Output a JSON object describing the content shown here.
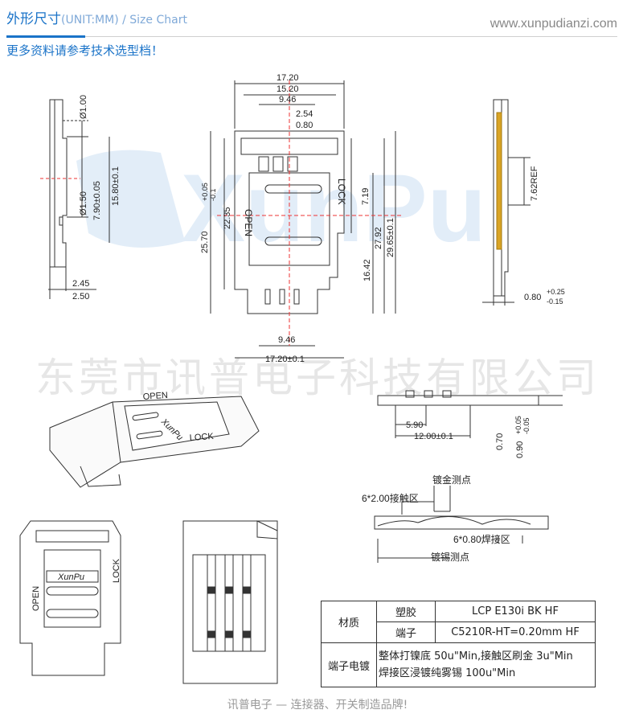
{
  "header": {
    "title": "外形尺寸",
    "subtitle": "(UNIT:MM) / Size Chart",
    "url": "www.xunpudianzi.com",
    "more_info": "更多资料请参考技术选型档！"
  },
  "watermark": {
    "company": "东莞市讯普电子科技有限公司",
    "logo_text": "XunPu"
  },
  "drawing": {
    "side_view": {
      "dims": [
        "Ø1.00",
        "Ø1.50",
        "15.80±0.1",
        "7.90±0.05",
        "2.45",
        "2.50"
      ]
    },
    "top_view": {
      "dims_top": [
        "17.20",
        "15.20",
        "9.46",
        "2.54",
        "0.80"
      ],
      "dims_left": [
        "25.70",
        "+0.05",
        "-0.1",
        "22.35"
      ],
      "dims_right": [
        "7.19",
        "16.42",
        "27.92",
        "29.65±0.1"
      ],
      "dims_bottom": [
        "9.46",
        "17.20±0.1"
      ],
      "marks": {
        "open": "OPEN",
        "lock": "LOCK"
      }
    },
    "right_view": {
      "dims": [
        "7.62REF",
        "0.80",
        "+0.25",
        "-0.15"
      ]
    },
    "front_view": {
      "dims": [
        "5.90",
        "12.00±0.1",
        "0.70",
        "0.90",
        "+0.05",
        "-0.05"
      ]
    },
    "contact_view": {
      "labels": [
        "镀金测点",
        "6*2.00接触区",
        "6*0.80焊接区",
        "镀锡测点"
      ]
    },
    "iso_view": {
      "marks": {
        "open": "OPEN",
        "lock": "LOCK",
        "logo": "XunPu"
      }
    },
    "bottom_top_view": {
      "marks": {
        "open": "OPEN",
        "lock": "LOCK",
        "logo": "XunPu"
      }
    }
  },
  "spec_table": {
    "material_label": "材质",
    "plastic_label": "塑胶",
    "plastic_value": "LCP E130i BK HF",
    "terminal_label": "端子",
    "terminal_value": "C5210R-HT=0.20mm HF",
    "plating_label": "端子电镀",
    "plating_line1": "整体打镍底 50u\"Min,接触区刷金 3u\"Min",
    "plating_line2": "焊接区浸镀纯雾锡 100u\"Min"
  },
  "footer": {
    "slogan": "讯普电子 — 连接器、开关制造品牌!"
  },
  "colors": {
    "brand_blue": "#1a73c8",
    "gold": "#d9a425",
    "line": "#333333",
    "watermark": "#e6e6e6"
  }
}
